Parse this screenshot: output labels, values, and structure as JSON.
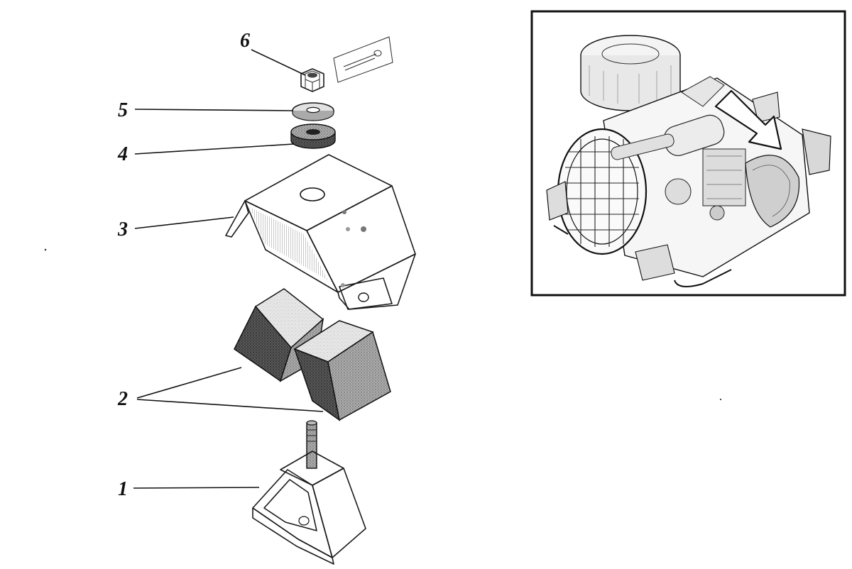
{
  "callouts": {
    "c1": "1",
    "c2": "2",
    "c3": "3",
    "c4": "4",
    "c5": "5",
    "c6": "6"
  },
  "colors": {
    "ink": "#1a1a1a",
    "rubber_dark": "#3a3a3a",
    "rubber_light": "#9a9a9a",
    "paper": "#ffffff"
  }
}
